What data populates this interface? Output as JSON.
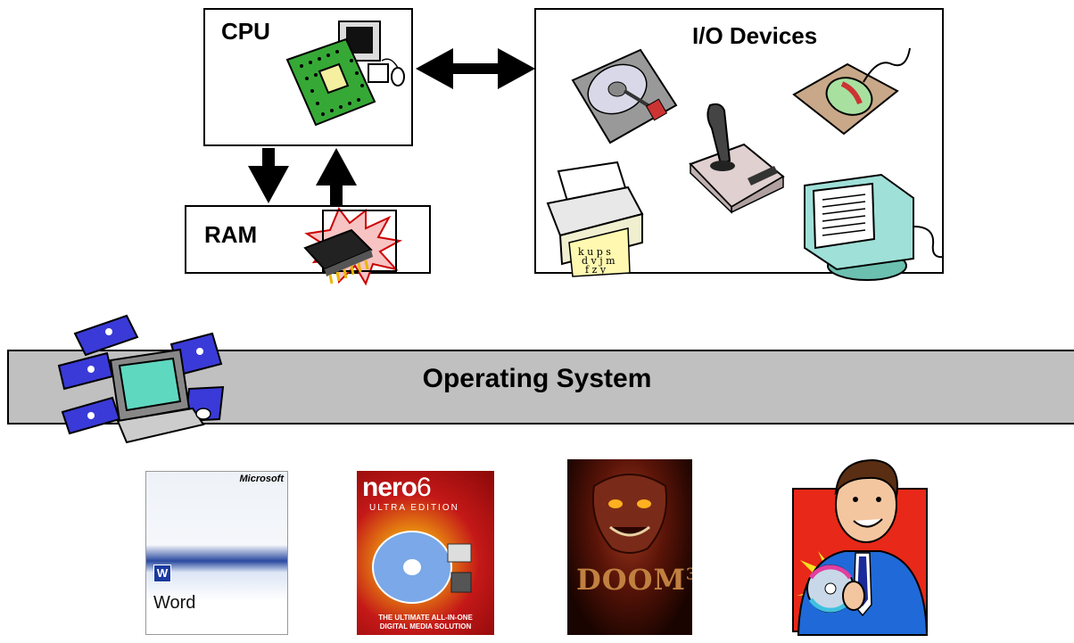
{
  "diagram": {
    "cpu_label": "CPU",
    "ram_label": "RAM",
    "io_label": "I/O Devices",
    "os_label": "Operating System"
  },
  "apps": {
    "word": {
      "brand": "Microsoft",
      "name": "Word"
    },
    "nero": {
      "logo": "nero",
      "version": "6",
      "edition": "ULTRA EDITION",
      "tagline_1": "THE ULTIMATE ALL-IN-ONE",
      "tagline_2": "DIGITAL MEDIA SOLUTION"
    },
    "doom": {
      "title": "DOOM",
      "version": "3"
    }
  },
  "colors": {
    "os_bar": "#c0c0c0",
    "chip_green": "#3aa63a",
    "monitor_teal": "#9fe0d8",
    "floppy_blue": "#3a3ad8"
  }
}
